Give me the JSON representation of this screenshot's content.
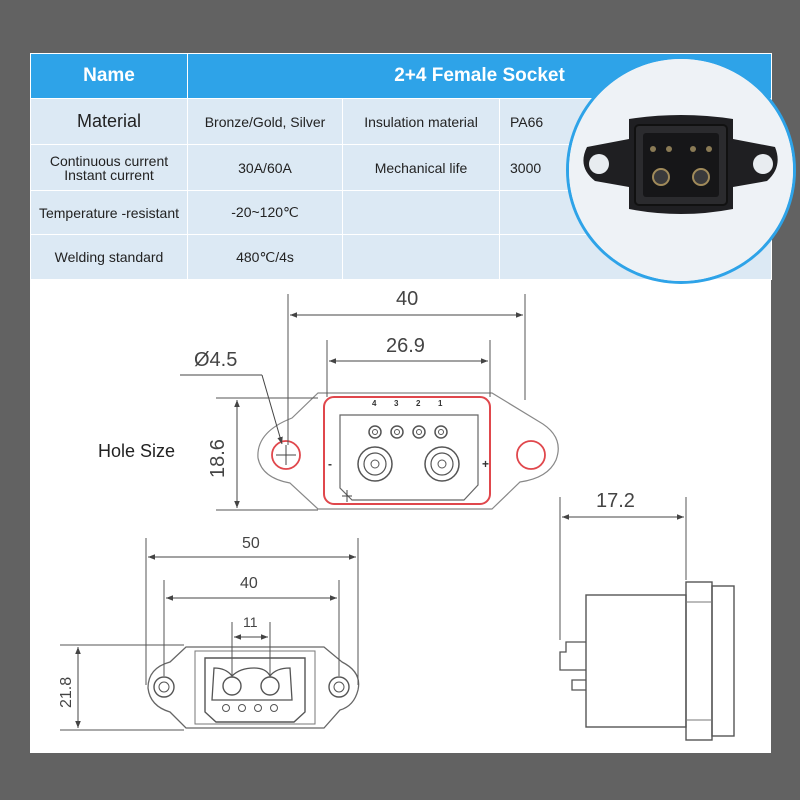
{
  "table": {
    "header": {
      "name_label": "Name",
      "product": "2+4 Female Socket"
    },
    "rows": [
      {
        "label": "Material",
        "value": "Bronze/Gold, Silver",
        "label2": "Insulation material",
        "value2": "PA66"
      },
      {
        "label": "Continuous current\nInstant current",
        "value": "30A/60A",
        "label2": "Mechanical life",
        "value2": "3000"
      },
      {
        "label": "Temperature -resistant",
        "value": "-20~120℃",
        "label2": "",
        "value2": ""
      },
      {
        "label": "Welding standard",
        "value": "480℃/4s",
        "label2": "",
        "value2": ""
      }
    ]
  },
  "drawing": {
    "hole_caption": "Hole Size",
    "top_view": {
      "width_overall": "40",
      "width_inner": "26.9",
      "hole_diameter": "Ø4.5",
      "height": "18.6",
      "pin_numbers": [
        "4",
        "3",
        "2",
        "1"
      ],
      "minus_sign": "-",
      "plus_sign": "+"
    },
    "side_view": {
      "depth": "17.2"
    },
    "front_view": {
      "width_overall": "50",
      "hole_spacing": "40",
      "pin_spacing": "11",
      "height": "21.8"
    }
  },
  "colors": {
    "header_blue": "#2ea3e8",
    "cell_blue": "#dce9f4",
    "outline_red": "#e0474c",
    "background": "#626262"
  }
}
